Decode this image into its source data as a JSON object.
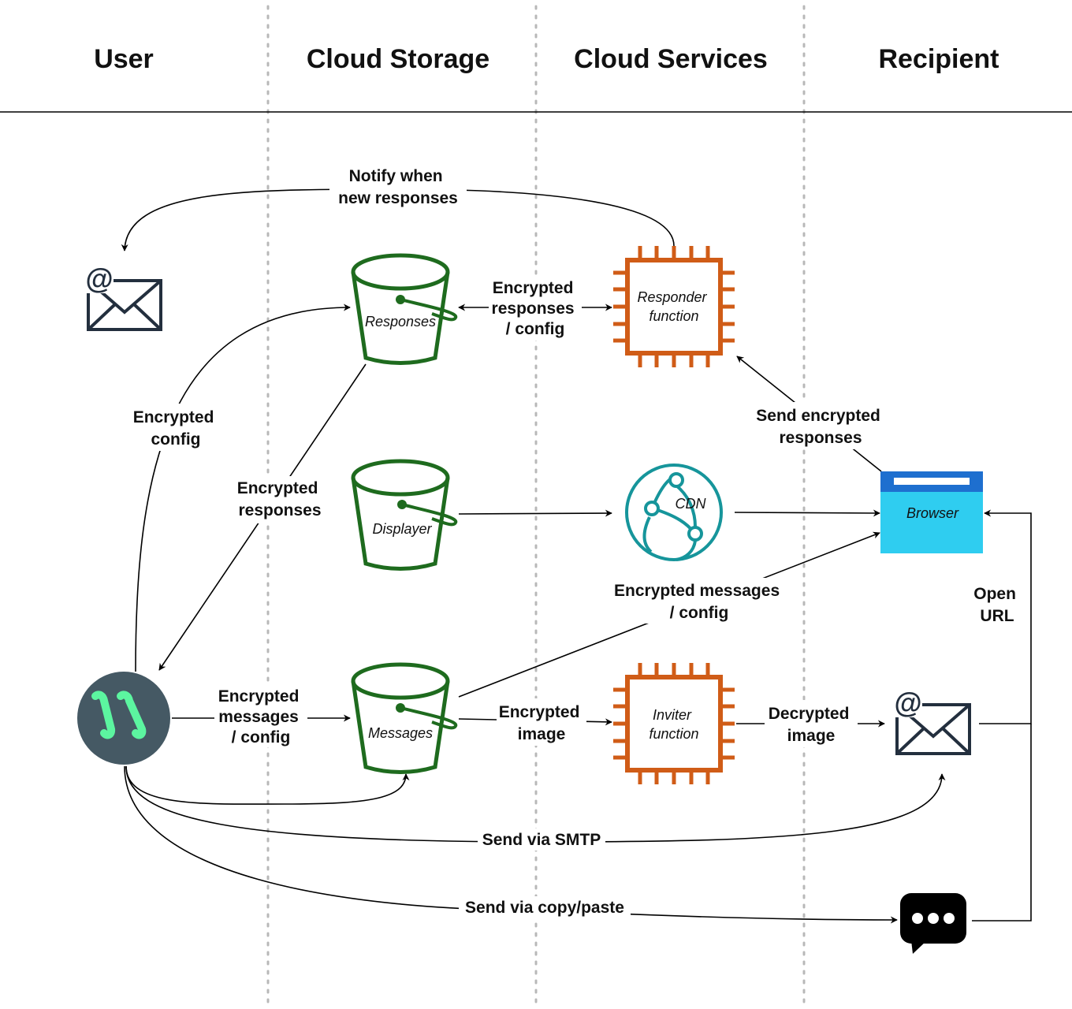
{
  "lanes": [
    "User",
    "Cloud Storage",
    "Cloud Services",
    "Recipient"
  ],
  "nodes": {
    "responses_bucket": "Responses",
    "displayer_bucket": "Displayer",
    "messages_bucket": "Messages",
    "responder_function": [
      "Responder",
      "function"
    ],
    "inviter_function": [
      "Inviter",
      "function"
    ],
    "cdn": "CDN",
    "browser": "Browser"
  },
  "edges": {
    "notify": [
      "Notify when",
      "new responses"
    ],
    "encrypted_config": [
      "Encrypted",
      "config"
    ],
    "encrypted_responses_config": [
      "Encrypted",
      "responses",
      "/ config"
    ],
    "encrypted_responses": [
      "Encrypted",
      "responses"
    ],
    "send_encrypted_responses": [
      "Send encrypted",
      "responses"
    ],
    "encrypted_messages_config_user": [
      "Encrypted",
      "messages",
      "/ config"
    ],
    "encrypted_messages_config_browser": [
      "Encrypted messages",
      "/ config"
    ],
    "encrypted_image": [
      "Encrypted",
      "image"
    ],
    "decrypted_image": [
      "Decrypted",
      "image"
    ],
    "open_url": [
      "Open",
      "URL"
    ],
    "send_smtp": "Send via SMTP",
    "send_copy_paste": "Send via copy/paste"
  },
  "colors": {
    "bucket": "#1e6b1e",
    "function": "#d05c17",
    "cdn": "#16959b",
    "browser_top": "#1e6fcf",
    "browser_body": "#2fcdf0",
    "app_logo_bg": "#455964",
    "app_logo_fg": "#5cf5a0",
    "mail_icon": "#232f3e",
    "chat_icon": "#000000"
  }
}
